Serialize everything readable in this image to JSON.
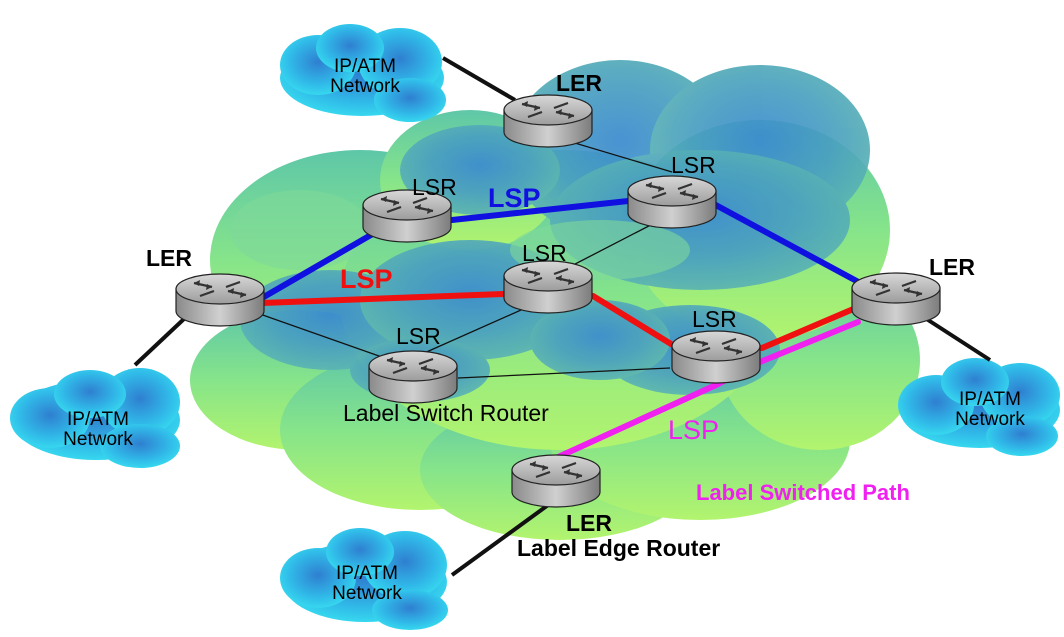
{
  "clouds": {
    "top_left": {
      "line1": "IP/ATM",
      "line2": "Network"
    },
    "bottom_left": {
      "line1": "IP/ATM",
      "line2": "Network"
    },
    "right": {
      "line1": "IP/ATM",
      "line2": "Network"
    },
    "bottom": {
      "line1": "IP/ATM",
      "line2": "Network"
    }
  },
  "routers": {
    "ler_top": "LER",
    "ler_left": "LER",
    "ler_right": "LER",
    "ler_bottom": "LER",
    "lsr_top_right": "LSR",
    "lsr_upper_left": "LSR",
    "lsr_center": "LSR",
    "lsr_lower_left": "LSR",
    "lsr_lower_right": "LSR"
  },
  "paths": {
    "blue_label": "LSP",
    "red_label": "LSP",
    "magenta_label": "LSP"
  },
  "captions": {
    "label_switch_router": "Label Switch Router",
    "label_edge_router": "Label Edge Router",
    "label_switched_path": "Label Switched Path"
  },
  "colors": {
    "blue_lsp": "#1010e0",
    "red_lsp": "#f01010",
    "magenta_lsp": "#f020f0",
    "ip_cloud": "#2ad0ee",
    "core_cloud_green": "#8ee87a",
    "core_cloud_blue": "#3d88c8"
  }
}
